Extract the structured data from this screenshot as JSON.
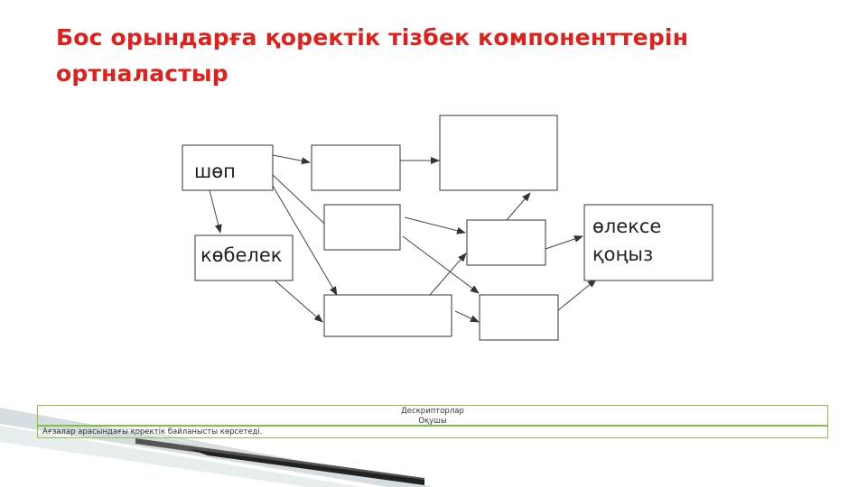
{
  "slide": {
    "title": "Бос орындарға қоректік тізбек компоненттерін ортналастыр"
  },
  "diagram": {
    "nodes": [
      {
        "id": "shop",
        "label_lines": [
          "шөп"
        ]
      },
      {
        "id": "kobelek",
        "label_lines": [
          "көбелек"
        ]
      },
      {
        "id": "elekse",
        "label_lines": [
          "өлексе",
          "қоңыз"
        ]
      },
      {
        "id": "blank1",
        "label_lines": []
      },
      {
        "id": "blank2",
        "label_lines": []
      },
      {
        "id": "blank3",
        "label_lines": []
      },
      {
        "id": "blank4",
        "label_lines": []
      },
      {
        "id": "blank5",
        "label_lines": []
      },
      {
        "id": "blank6",
        "label_lines": []
      }
    ]
  },
  "descriptor_table": {
    "header_line1": "Дескрипторлар",
    "header_line2": "Оқушы",
    "row1": "Ағзалар арасындағы қоректік байланысты көрсетеді."
  },
  "colors": {
    "title": "#e0201b",
    "table_border": "#8cc63f",
    "node_border": "#333333"
  }
}
